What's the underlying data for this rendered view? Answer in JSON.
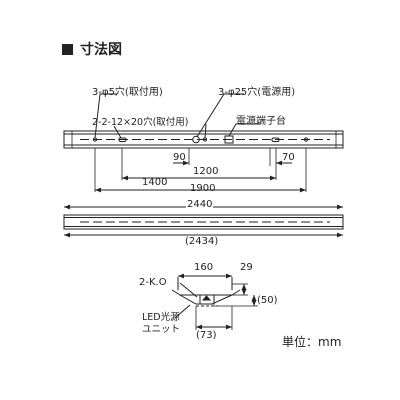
{
  "title": "寸法図",
  "top_view": {
    "callouts": {
      "hole_mount": "3-φ5穴(取付用)",
      "hole_power": "3-φ25穴(電源用)",
      "slot_mount": "2-2-12×20穴(取付用)",
      "terminal": "電源端子台"
    },
    "dims": {
      "d90": "90",
      "d70": "70",
      "d1200": "1200",
      "d1400": "1400",
      "d1900": "1900"
    }
  },
  "side_view": {
    "dims": {
      "overall": "2440",
      "inner": "(2434)"
    }
  },
  "section_view": {
    "labels": {
      "knockout": "2-K.O",
      "led_unit_line1": "LED光源",
      "led_unit_line2": "ユニット"
    },
    "dims": {
      "width": "160",
      "height": "29",
      "depth": "(50)",
      "bottom": "(73)"
    }
  },
  "unit_label": "単位：mm"
}
